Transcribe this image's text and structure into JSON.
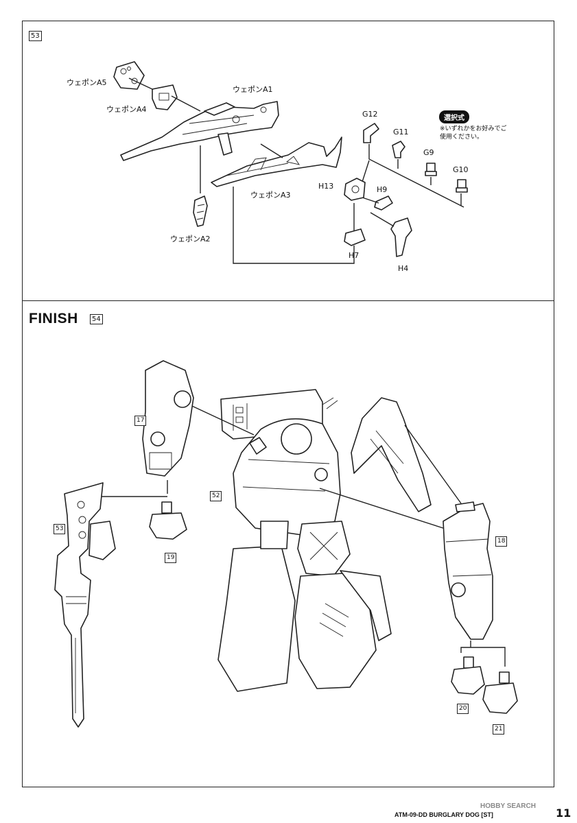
{
  "step_top": {
    "number": "53"
  },
  "weapon_labels": {
    "a1": "ウェポンA1",
    "a2": "ウェポンA2",
    "a3": "ウェポンA3",
    "a4": "ウェポンA4",
    "a5": "ウェポンA5"
  },
  "hand_parts": {
    "g12": "G12",
    "g11": "G11",
    "g9": "G9",
    "g10": "G10",
    "h13": "H13",
    "h9": "H9",
    "h7": "H7",
    "h4": "H4"
  },
  "selection": {
    "badge": "選択式",
    "note": "※いずれかをお好みでご使用ください。"
  },
  "finish": {
    "title": "FINISH",
    "step_number": "54",
    "callouts": {
      "c17": "17",
      "c18": "18",
      "c19": "19",
      "c20": "20",
      "c21": "21",
      "c52": "52",
      "c53": "53"
    }
  },
  "footer": {
    "product": "ATM-09-DD BURGLARY DOG [ST]",
    "page": "11",
    "watermark": "HOBBY SEARCH"
  }
}
